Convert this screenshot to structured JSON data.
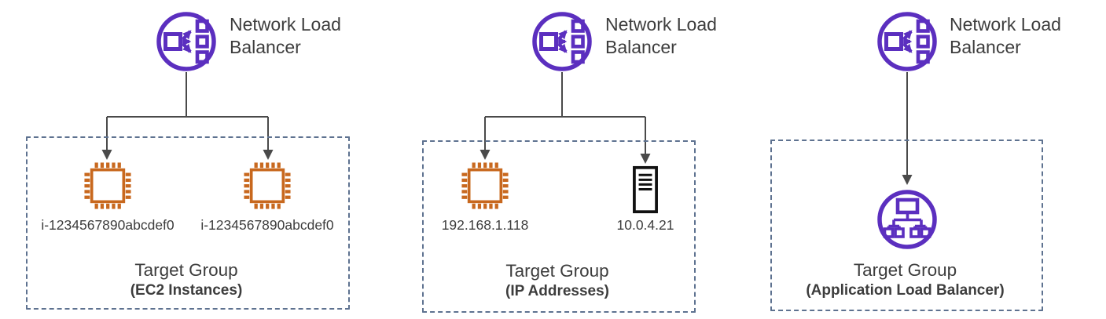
{
  "diagram": {
    "description_visible_text_only": true,
    "colors": {
      "load_balancer_purple": "#5b2fbf",
      "ec2_orange": "#c8681e",
      "server_black": "#111111",
      "connector_gray": "#4a4a4a",
      "box_border_blue_gray": "#5e7290",
      "text_gray": "#3d3d3d"
    },
    "groups": [
      {
        "lb_label": "Network Load Balancer",
        "caption": "Target Group",
        "caption_sub": "(EC2 Instances)",
        "targets": [
          {
            "icon": "ec2-instance",
            "label": "i-1234567890abcdef0"
          },
          {
            "icon": "ec2-instance",
            "label": "i-1234567890abcdef0"
          }
        ]
      },
      {
        "lb_label": "Network Load Balancer",
        "caption": "Target Group",
        "caption_sub": "(IP Addresses)",
        "targets": [
          {
            "icon": "ec2-instance",
            "label": "192.168.1.118"
          },
          {
            "icon": "server",
            "label": "10.0.4.21"
          }
        ]
      },
      {
        "lb_label": "Network Load Balancer",
        "caption": "Target Group",
        "caption_sub": "(Application Load Balancer)",
        "targets": [
          {
            "icon": "application-load-balancer",
            "label": ""
          }
        ]
      }
    ]
  }
}
